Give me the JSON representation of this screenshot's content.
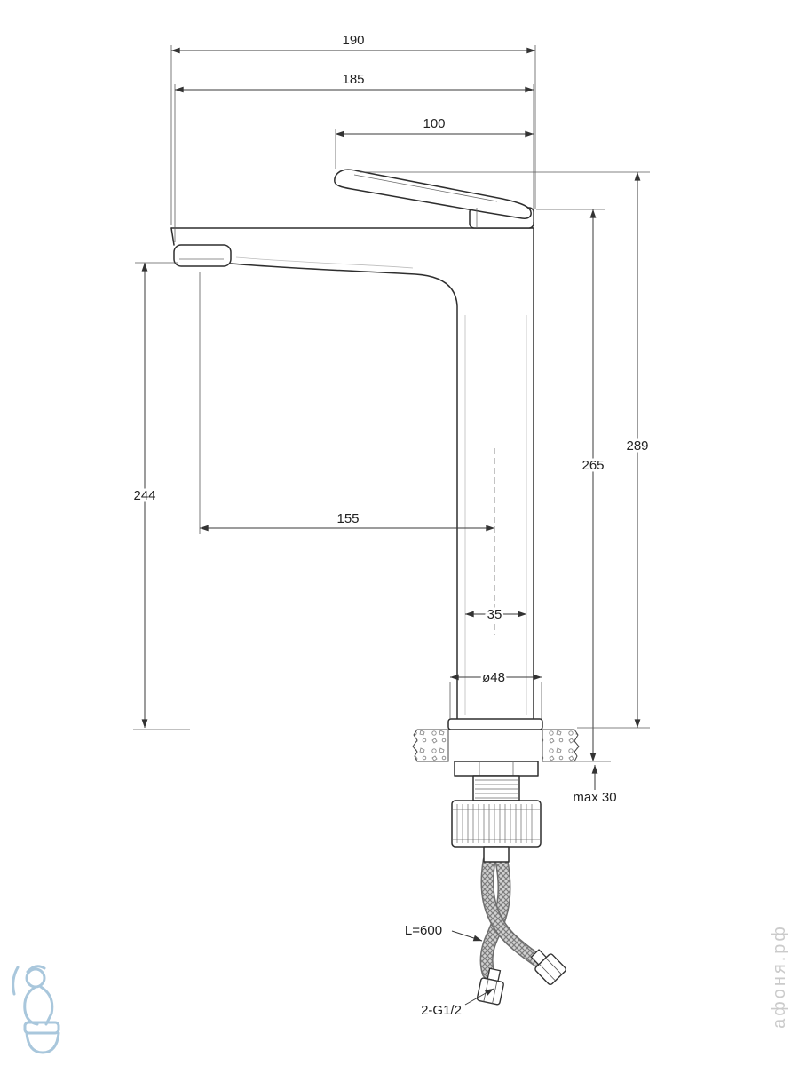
{
  "page": {
    "background": "#ffffff"
  },
  "drawing": {
    "type": "technical-installation-drawing",
    "subject": "tall single-lever basin mixer faucet with flexible supply hoses",
    "units": "mm",
    "dims": {
      "width_overall": "190",
      "width_spout": "185",
      "handle_length": "100",
      "height_overall": "289",
      "height_body": "265",
      "height_spout": "244",
      "spout_reach": "155",
      "body_width": "35",
      "base_diameter": "ø48",
      "deck_thickness": "max 30",
      "hose_length": "L=600",
      "hose_connection": "2-G1/2"
    },
    "colors": {
      "line": "#2e2e2e",
      "dimension": "#3a3a3a",
      "watermark_text": "#cbcbcb",
      "logo_blue": "#a9c7dc"
    },
    "watermark": {
      "site": "афоня.рф"
    },
    "icons": {
      "logo": "plumber-logo"
    }
  }
}
